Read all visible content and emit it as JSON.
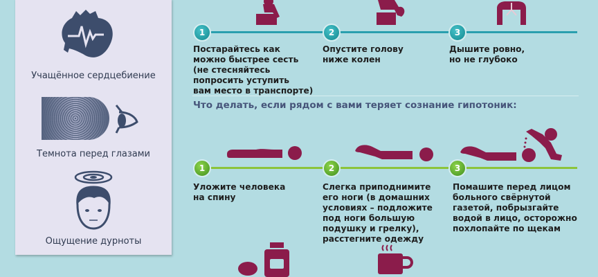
{
  "symptoms": [
    {
      "label": "Учащённое сердцебиение",
      "icon": "heart-pulse-icon"
    },
    {
      "label": "Темнота перед глазами",
      "icon": "eye-darkness-icon"
    },
    {
      "label": "Ощущение дурноты",
      "icon": "dizzy-head-icon"
    }
  ],
  "self_help": {
    "steps": [
      {
        "num": "1",
        "text": "Постарайтесь как\nможно быстрее сесть\n(не стесняйтесь\nпопросить уступить\nвам место в транспорте)",
        "icon": "sitting-person-icon"
      },
      {
        "num": "2",
        "text": "Опустите голову\nниже колен",
        "icon": "head-down-person-icon"
      },
      {
        "num": "3",
        "text": "Дышите ровно,\nно не глубоко",
        "icon": "lungs-icon"
      }
    ]
  },
  "helping_others": {
    "heading": "Что делать, если рядом с вами теряет сознание гипотоник:",
    "steps": [
      {
        "num": "1",
        "text": "Уложите человека\nна спину",
        "icon": "lying-person-icon"
      },
      {
        "num": "2",
        "text": "Слегка приподнимите\nего ноги (в домашних\nусловиях – подложите\nпод ноги большую\nподушку и грелку),\nрасстегните одежду",
        "icon": "legs-raised-person-icon"
      },
      {
        "num": "3",
        "text": "Помашите перед лицом\nбольного свёрнутой\nгазетой, побрызгайте\nводой в лицо, осторожно\nпохлопайте по щекам",
        "icon": "splash-water-person-icon"
      }
    ]
  },
  "colors": {
    "background": "#b3dce2",
    "panel": "#e5e3f1",
    "icon_dark": "#3d4d6c",
    "maroon": "#8b1c4b",
    "teal": "#2a9fae",
    "green": "#8cc43a"
  }
}
